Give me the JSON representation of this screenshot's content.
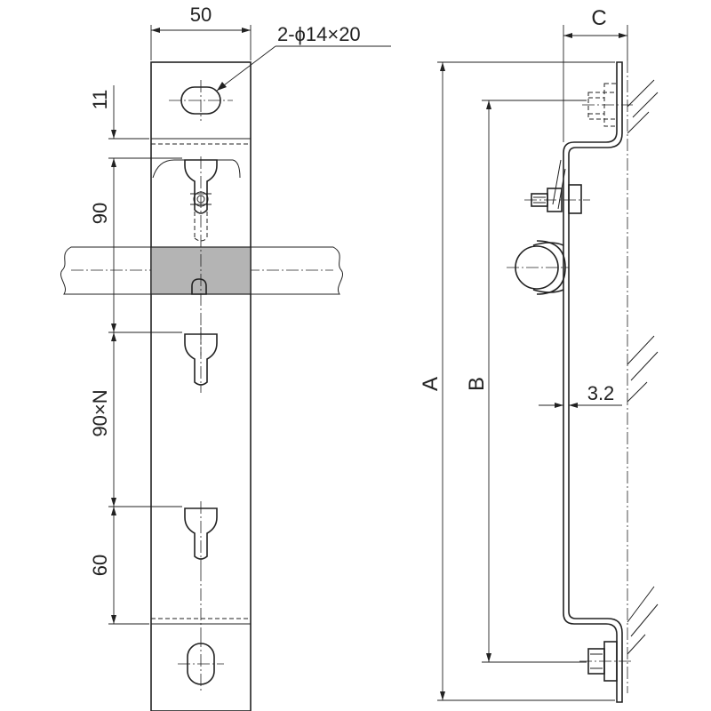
{
  "front_view": {
    "width_label": "50",
    "hole_label": "2-ϕ14×20",
    "dim_top": "11",
    "dim_first": "90",
    "dim_repeat": "90×N",
    "dim_bottom": "60"
  },
  "side_view": {
    "dim_c": "C",
    "dim_a": "A",
    "dim_b": "B",
    "thickness": "3.2"
  },
  "colors": {
    "line": "#222222",
    "pipe_fill": "#b4b4b4"
  }
}
